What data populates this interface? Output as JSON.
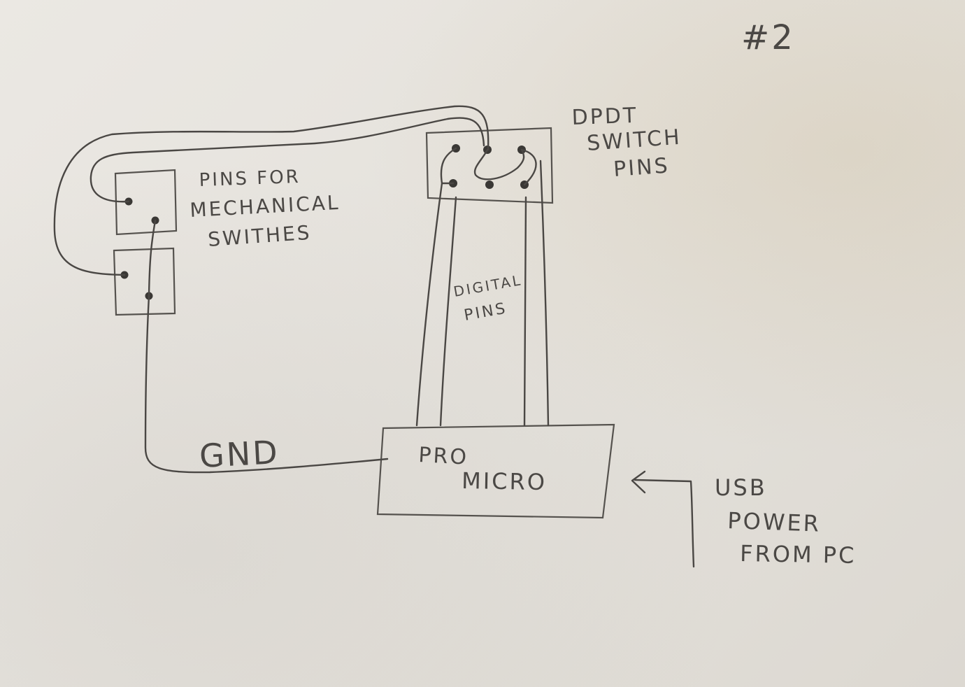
{
  "page_number": "#2",
  "labels": {
    "dpdt": [
      "DPDT",
      "SWITCH",
      "PINS"
    ],
    "mech": [
      "PINS FOR",
      "MECHANICAL",
      "SWITHES"
    ],
    "digital": [
      "DIGITAL",
      "PINS"
    ],
    "gnd": "GND",
    "pro_micro": [
      "PRO",
      "MICRO"
    ],
    "usb": [
      "USB",
      "POWER",
      "FROM PC"
    ]
  }
}
